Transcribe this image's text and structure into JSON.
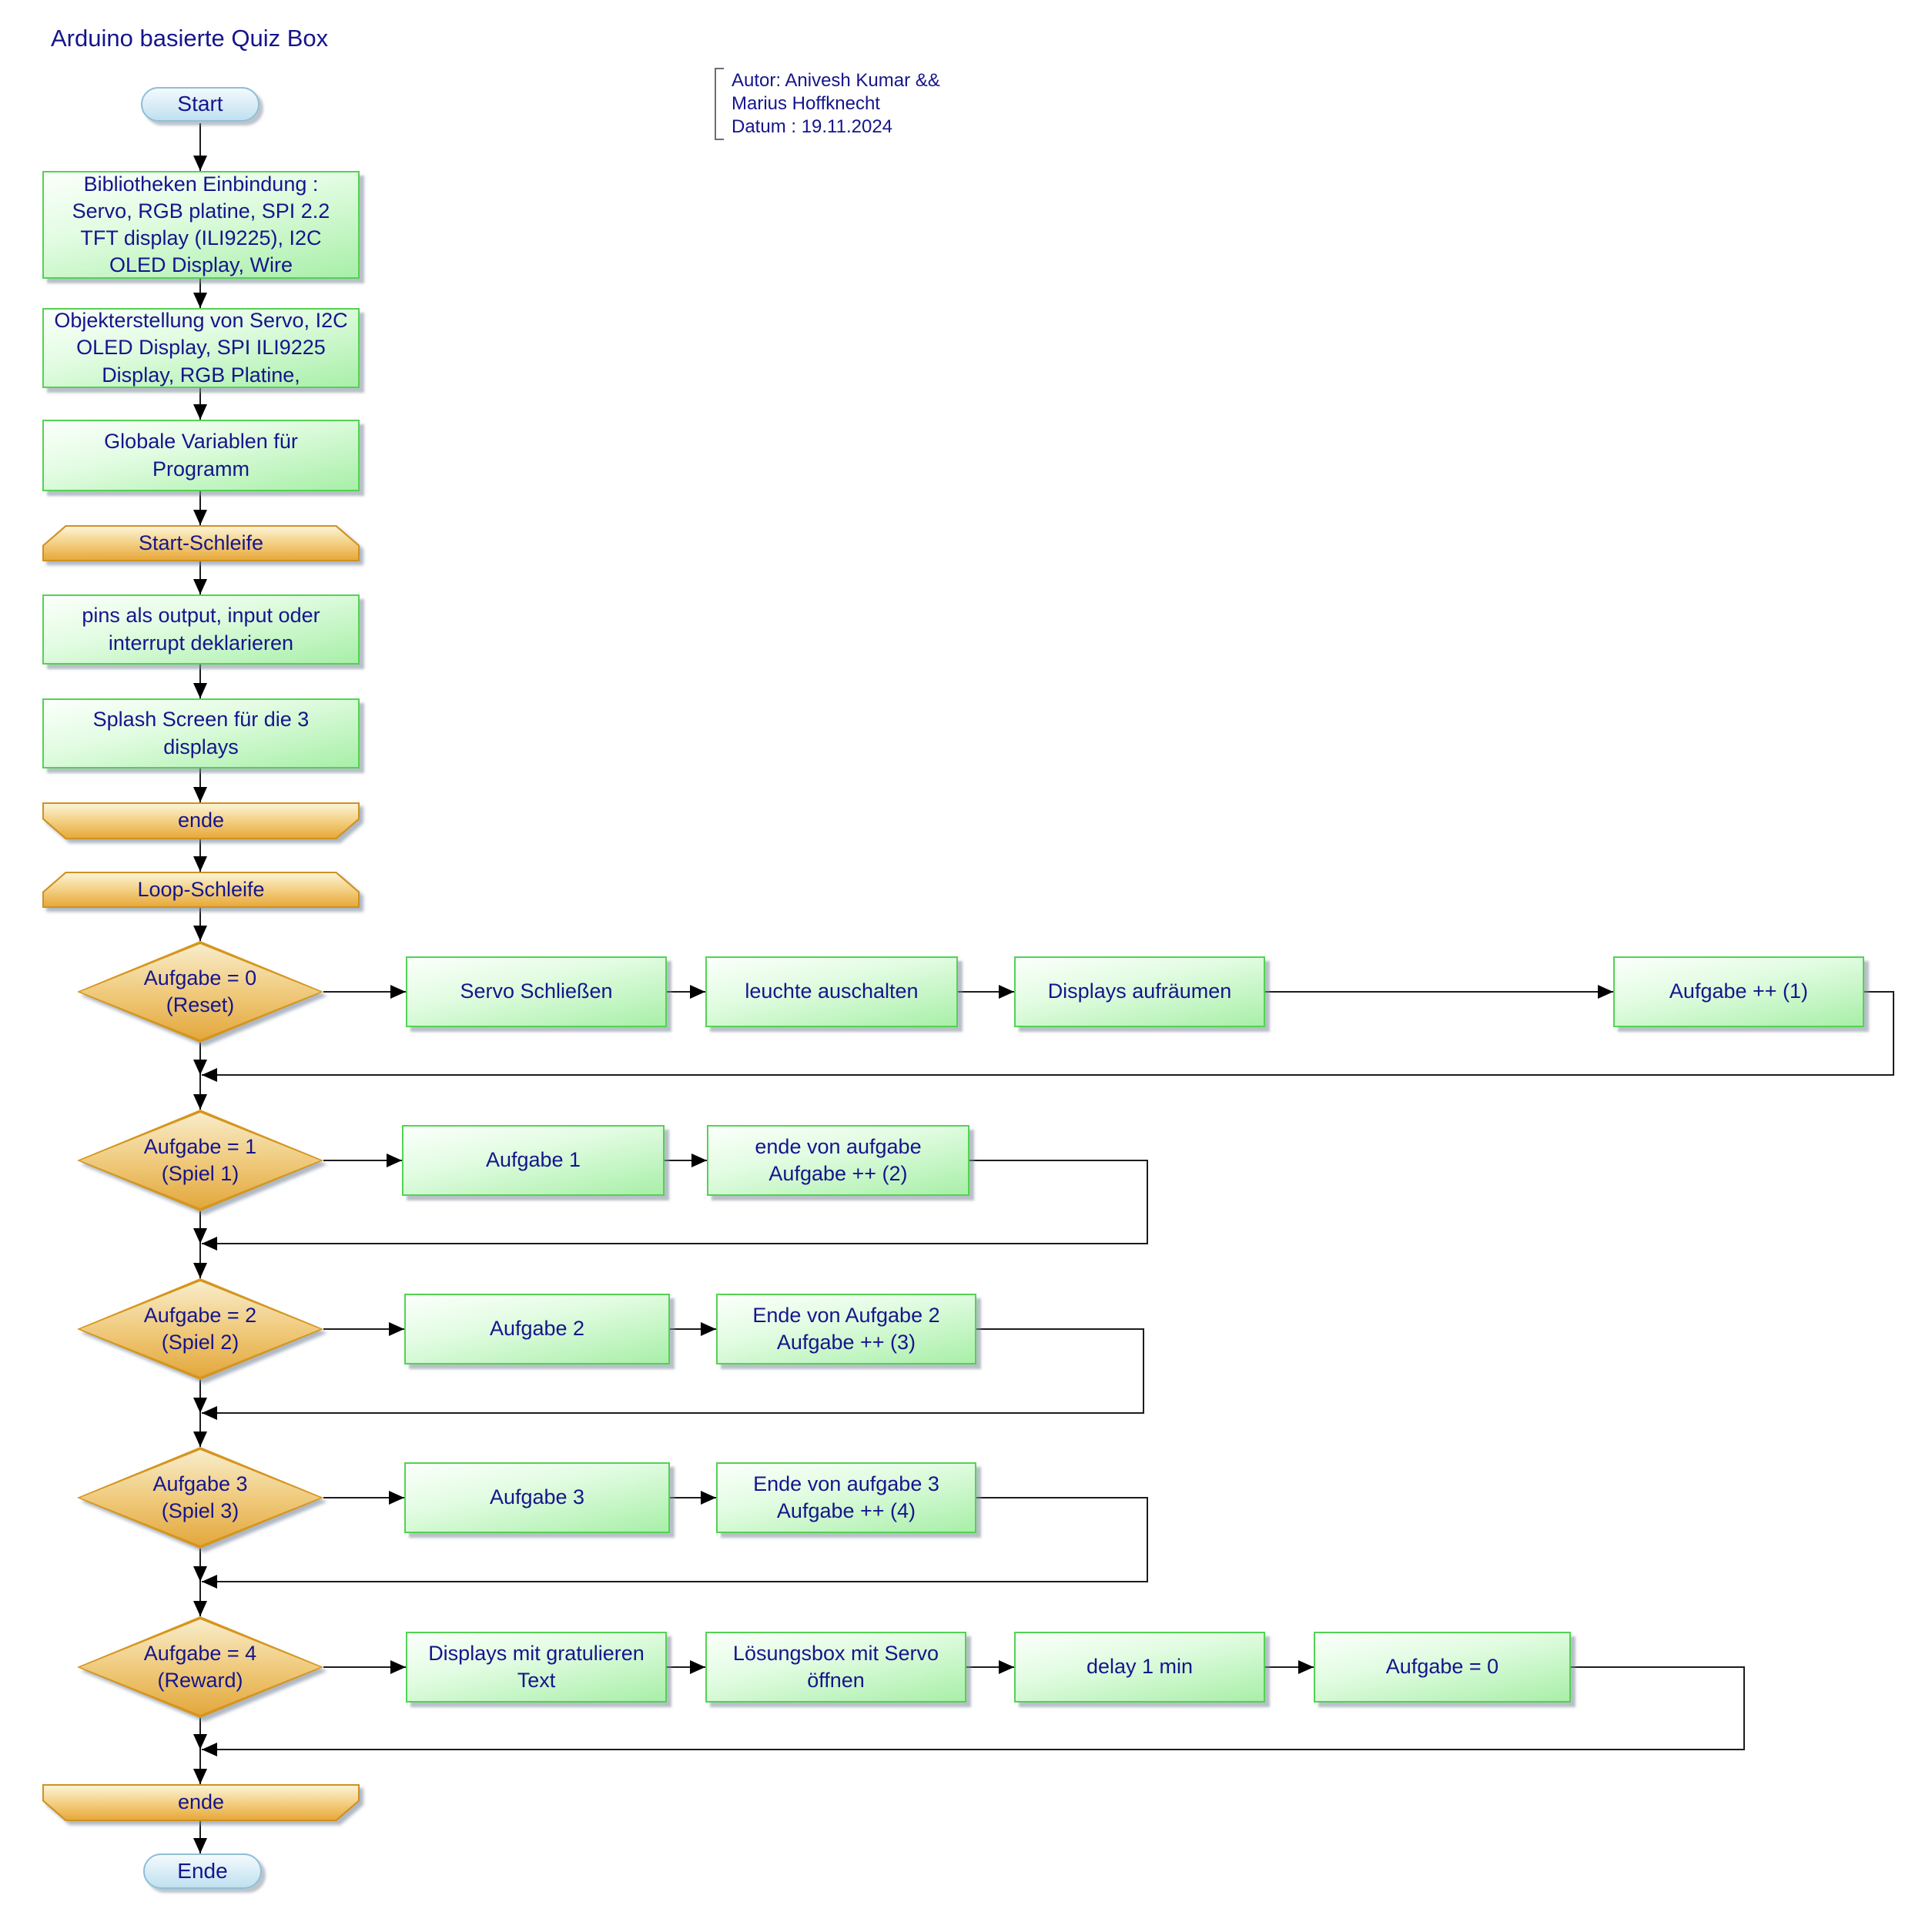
{
  "title": "Arduino basierte Quiz Box",
  "author": {
    "line1": "Autor: Anivesh Kumar &&",
    "line2": "Marius Hoffknecht",
    "line3": "Datum : 19.11.2024"
  },
  "palette": {
    "text_navy": "#15158c",
    "process_fill": "#a8efa8",
    "process_border": "#52d352",
    "loop_fill": "#e8a93c",
    "loop_border": "#cf9120",
    "decision_fill": "#e3a83d",
    "decision_border": "#d6951c",
    "terminal_fill": "#bfe1f0",
    "terminal_border": "#8fbfd6",
    "connector": "#1c1c1c"
  },
  "nodes": {
    "start_terminal": "Start",
    "libraries": "Bibliotheken Einbindung :\nServo, RGB platine, SPI 2.2\nTFT display (ILI9225), I2C\nOLED Display, Wire",
    "objects": "Objekterstellung von Servo, I2C\nOLED Display, SPI ILI9225\nDisplay, RGB Platine,",
    "globals": "Globale Variablen für\nProgramm",
    "setup_loop_start": "Start-Schleife",
    "pins": "pins als output, input oder\ninterrupt deklarieren",
    "splash": "Splash Screen für die 3\ndisplays",
    "setup_loop_end": "ende",
    "main_loop_start": "Loop-Schleife",
    "decision_reset": "Aufgabe = 0\n(Reset)",
    "reset_step1": "Servo Schließen",
    "reset_step2": "leuchte auschalten",
    "reset_step3": "Displays aufräumen",
    "reset_step4": "Aufgabe ++ (1)",
    "decision_game1": "Aufgabe = 1\n(Spiel 1)",
    "game1_step1": "Aufgabe 1",
    "game1_step2": "ende von aufgabe\nAufgabe ++ (2)",
    "decision_game2": "Aufgabe = 2\n(Spiel 2)",
    "game2_step1": "Aufgabe 2",
    "game2_step2": "Ende von Aufgabe 2\nAufgabe ++ (3)",
    "decision_game3": "Aufgabe 3\n(Spiel 3)",
    "game3_step1": "Aufgabe 3",
    "game3_step2": "Ende von aufgabe 3\nAufgabe ++ (4)",
    "decision_reward": "Aufgabe = 4\n(Reward)",
    "reward_step1": "Displays mit gratulieren\nText",
    "reward_step2": "Lösungsbox mit Servo\nöffnen",
    "reward_step3": "delay 1 min",
    "reward_step4": "Aufgabe = 0",
    "main_loop_end": "ende",
    "end_terminal": "Ende"
  }
}
